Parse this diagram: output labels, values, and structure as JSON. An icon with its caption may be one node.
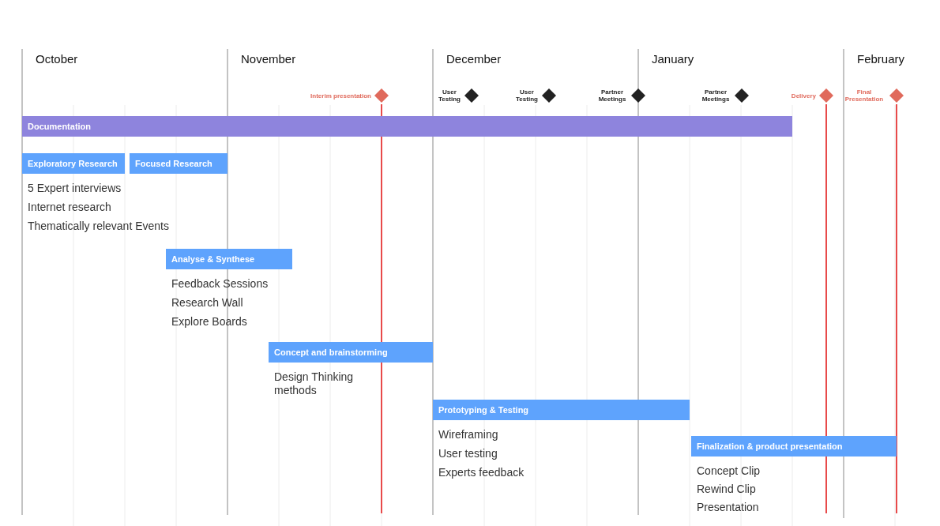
{
  "diagram": {
    "nodes": [
      {
        "text": [],
        "shape": "diamond",
        "beside": [
          "Interim presentation"
        ]
      },
      {
        "text": [],
        "shape": "diamond",
        "beside": [
          "User Testing"
        ]
      },
      {
        "text": [],
        "shape": "diamond",
        "beside": [
          "User Testing"
        ]
      },
      {
        "text": [],
        "shape": "diamond",
        "beside": [
          "Partner Meetings"
        ]
      },
      {
        "text": [],
        "shape": "diamond",
        "beside": [
          "Partner Meetings"
        ]
      },
      {
        "text": [],
        "shape": "diamond",
        "beside": [
          "Delivery"
        ]
      },
      {
        "text": [],
        "shape": "diamond",
        "beside": [
          "Final Presentation"
        ]
      },
      {
        "text": [
          "Documentation"
        ]
      },
      {
        "text": [
          "Exploratory Research"
        ],
        "beside": [
          "5 Expert interviews",
          "Internet research",
          "Thematically relevant Events"
        ]
      },
      {
        "text": [
          "Focused Research"
        ]
      },
      {
        "text": [
          "Analyse & Synthese"
        ],
        "beside": [
          "Feedback Sessions",
          "Research Wall",
          "Explore Boards"
        ]
      },
      {
        "text": [
          "Concept and brainstorming"
        ],
        "beside": [
          "Design Thinking methods"
        ]
      },
      {
        "text": [
          "Prototyping & Testing"
        ],
        "beside": [
          "Wireframing",
          "User testing",
          "Experts feedback"
        ]
      },
      {
        "text": [
          "Finalization & product presentation"
        ],
        "beside": [
          "Concept Clip",
          "Rewind Clip",
          "Presentation"
        ]
      }
    ],
    "labels": [
      "October",
      "November",
      "December",
      "January",
      "February"
    ]
  }
}
